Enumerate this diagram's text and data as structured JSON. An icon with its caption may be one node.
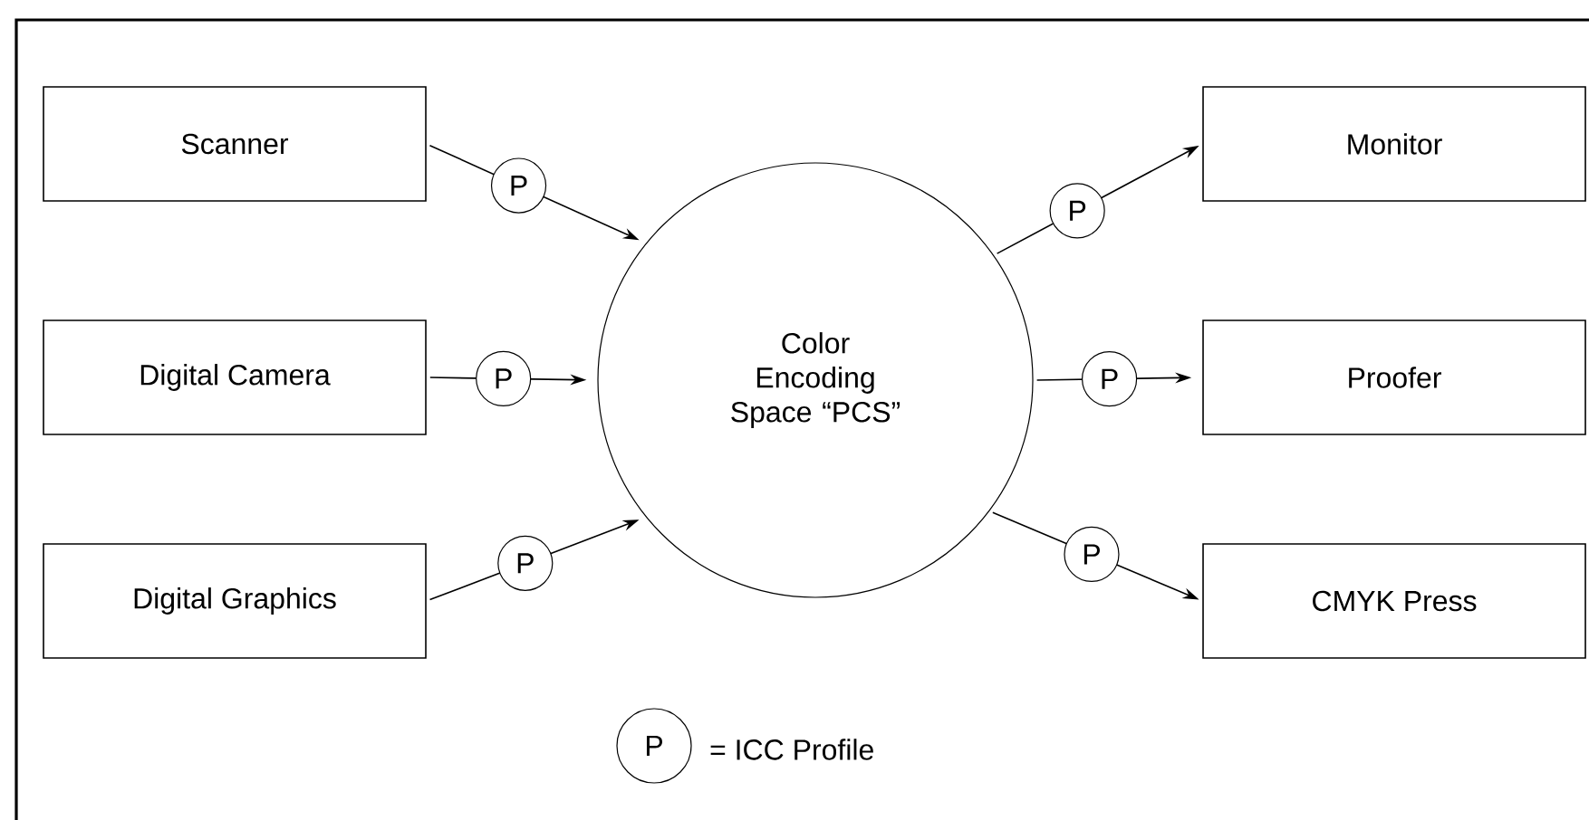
{
  "diagram": {
    "nodes": [
      {
        "text": [
          "Scanner"
        ]
      },
      {
        "text": [
          "Digital Camera"
        ]
      },
      {
        "text": [
          "Digital Graphics"
        ]
      },
      {
        "text": [
          "Color Encoding Space “PCS”"
        ]
      },
      {
        "text": [
          "Monitor"
        ]
      },
      {
        "text": [
          "Proofer"
        ]
      },
      {
        "text": [
          "CMYK Press"
        ]
      }
    ],
    "edges": [
      {
        "from": 0,
        "to": 3,
        "arrow": "to",
        "label": "P"
      },
      {
        "from": 1,
        "to": 3,
        "arrow": "to",
        "label": "P"
      },
      {
        "from": 2,
        "to": 3,
        "arrow": "to",
        "label": "P"
      },
      {
        "from": 3,
        "to": 4,
        "arrow": "to",
        "label": "P"
      },
      {
        "from": 3,
        "to": 5,
        "arrow": "to",
        "label": "P"
      },
      {
        "from": 3,
        "to": 6,
        "arrow": "to",
        "label": "P"
      }
    ],
    "labels": [
      "P"
    ],
    "legend": [
      {
        "text": "= ICC Profile"
      }
    ]
  }
}
